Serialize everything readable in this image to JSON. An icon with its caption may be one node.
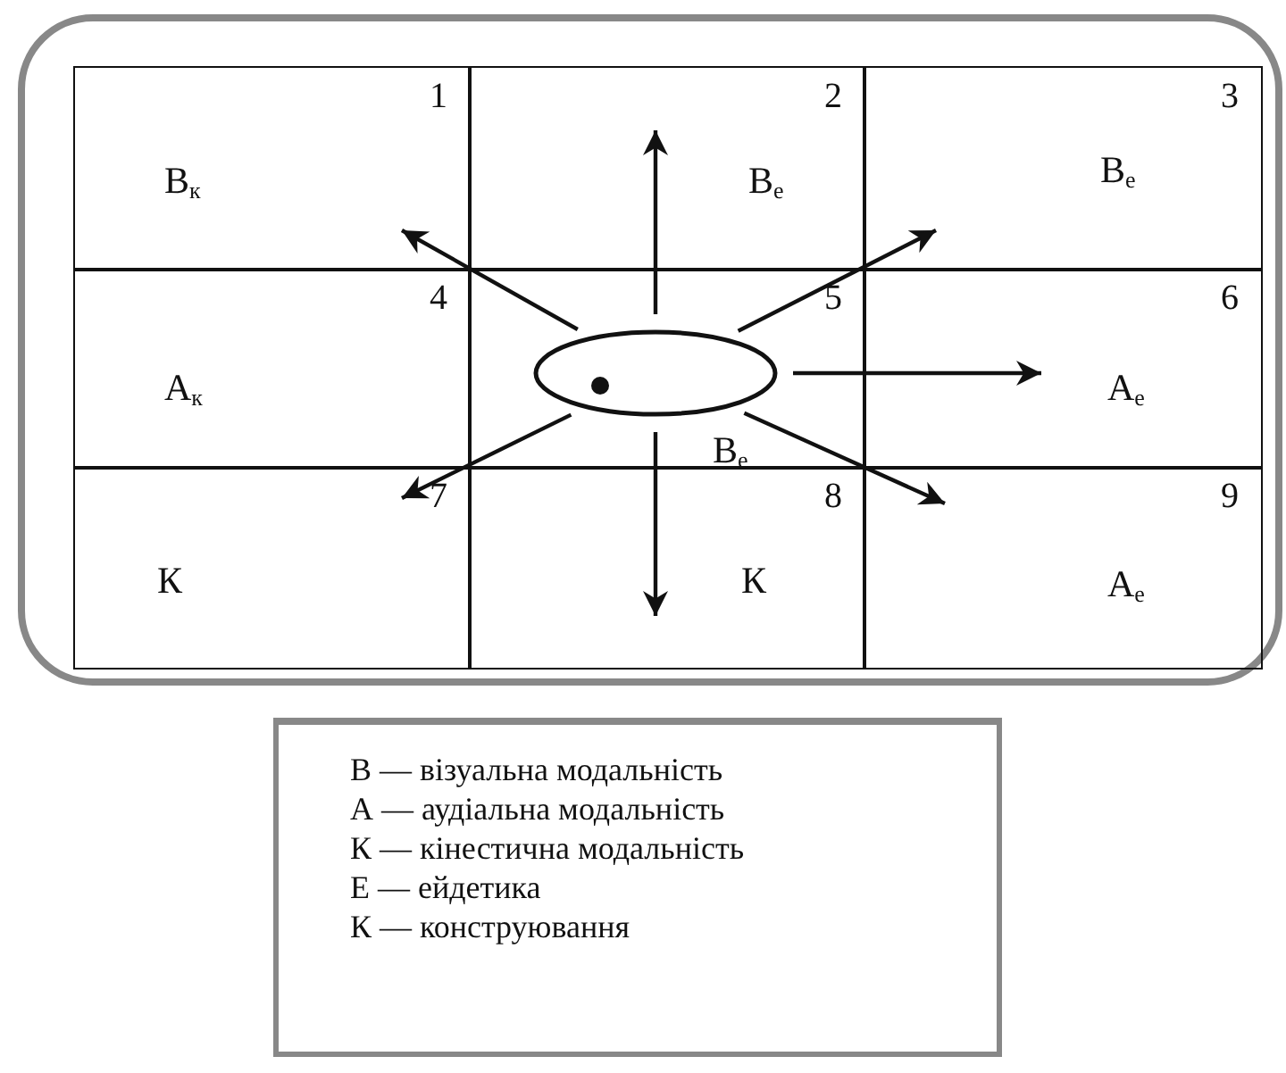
{
  "diagram": {
    "nodes": [
      {
        "text": [
          "1",
          "В$_{к}$"
        ]
      },
      {
        "text": [
          "2",
          "В$_{е}$"
        ]
      },
      {
        "text": [
          "3",
          "В$_{е}$"
        ]
      },
      {
        "text": [
          "4",
          "А$_{к}$"
        ]
      },
      {
        "text": [
          "5",
          "В$_{е}$"
        ]
      },
      {
        "text": [
          "6",
          "А$_{е}$"
        ]
      },
      {
        "text": [
          "7",
          "К"
        ]
      },
      {
        "text": [
          "8",
          "К"
        ]
      },
      {
        "text": [
          "9",
          "А$_{е}$"
        ]
      },
      {
        "text": [],
        "shape": "ellipse",
        "in": 4
      },
      {
        "text": [
          "В — візуальна модальність",
          "А — аудіальна модальність",
          "К — кінестична модальність",
          "Е — ейдетика",
          "К — конструювання"
        ]
      }
    ],
    "edges": [
      {
        "from": 9,
        "to": 0,
        "arrow": "to"
      },
      {
        "from": 9,
        "to": 1,
        "arrow": "to"
      },
      {
        "from": 9,
        "to": 2,
        "arrow": "to"
      },
      {
        "from": 9,
        "to": 5,
        "arrow": "to"
      },
      {
        "from": 9,
        "to": 8,
        "arrow": "to"
      },
      {
        "from": 9,
        "to": 7,
        "arrow": "to"
      },
      {
        "from": 9,
        "to": 6,
        "arrow": "to"
      }
    ]
  }
}
